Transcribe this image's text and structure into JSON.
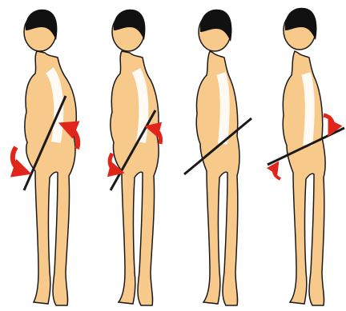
{
  "figures": [
    {
      "id": "posture-1",
      "pelvis_line": "steep-forward",
      "arrows": 2
    },
    {
      "id": "posture-2",
      "pelvis_line": "steep-forward",
      "arrows": 2
    },
    {
      "id": "posture-3",
      "pelvis_line": "neutral",
      "arrows": 0
    },
    {
      "id": "posture-4",
      "pelvis_line": "shallow-backward",
      "arrows": 2
    }
  ],
  "colors": {
    "skin": "#f7c98a",
    "outline": "#1a1a1a",
    "hair": "#111111",
    "spine": "#ffffff",
    "arrow": "#e0261b",
    "background": "#ffffff"
  },
  "icons": [
    "rotation-arrow-icon"
  ]
}
